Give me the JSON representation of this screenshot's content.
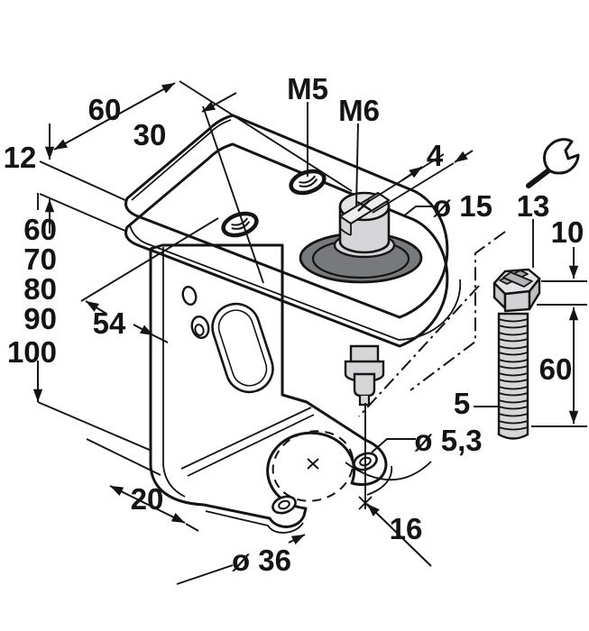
{
  "labels": {
    "plate_length": "60",
    "hole_spacing_top": "30",
    "plate_thickness": "12",
    "thread_small": "M5",
    "thread_stud": "M6",
    "slot_width": "4",
    "boss_diameter": "ø 15",
    "wrench_size": "13",
    "head_height": "10",
    "height_options": [
      "60",
      "70",
      "80",
      "90",
      "100"
    ],
    "bracket_depth": "54",
    "screw_length": "60",
    "screw_ref": "5",
    "foot_hole_diameter": "ø 5,3",
    "foot_width": "20",
    "cutout_diameter": "ø 36",
    "hole_offset": "16"
  },
  "icons": {
    "wrench": "open-end-wrench"
  },
  "colors": {
    "plate": "#78797b",
    "metal": "#d6d6d8",
    "metal_light": "#e4e4e6",
    "outline": "#141414",
    "background": "#ffffff"
  }
}
